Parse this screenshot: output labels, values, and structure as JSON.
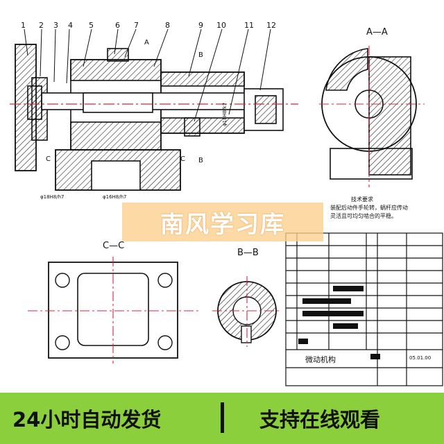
{
  "drawing": {
    "part_numbers": [
      "1",
      "2",
      "3",
      "4",
      "5",
      "6",
      "7",
      "8",
      "9",
      "10",
      "11",
      "12"
    ],
    "section_titles": {
      "aa": "A—A",
      "cc": "C—C",
      "bb": "B—B"
    },
    "section_marks": {
      "a": "A",
      "b_top": "B",
      "b_bottom": "B",
      "c_left": "C",
      "c_right": "C"
    },
    "fit_notes": {
      "phi_h7": "φ16H8/h7",
      "phi_k7": "φ18H8/k7",
      "phi_left": "φ18H8/h7"
    },
    "tech_req_title": "技术要求",
    "tech_req_lines": [
      "装配后动件手轮转，蜗杆应传动",
      "灵活且可均匀啮合的平稳。"
    ],
    "drawing_title": "微动机构",
    "drawing_number": "05.01.00"
  },
  "watermark": "南风学习库",
  "banner": {
    "left_text": "24小时自动发货",
    "right_text": "支持在线观看"
  },
  "colors": {
    "watermark": "#fcd08c",
    "banner": "#8ccf3c",
    "centerline": "#e0203c"
  }
}
